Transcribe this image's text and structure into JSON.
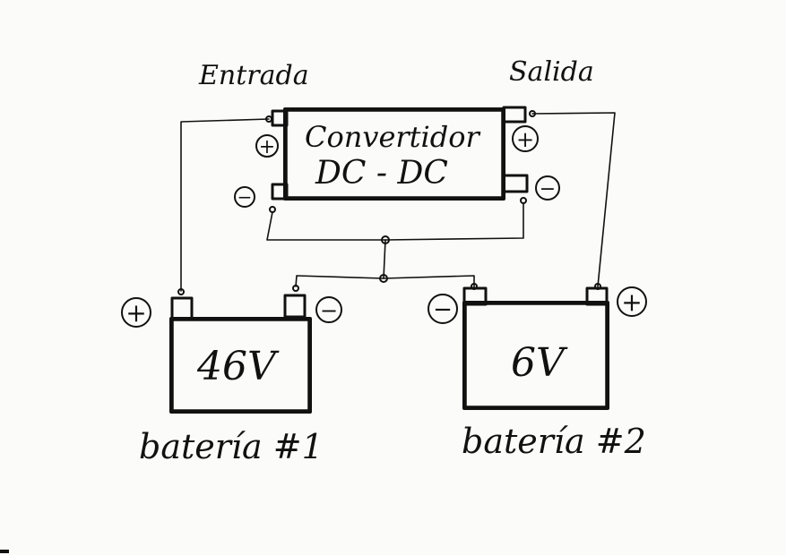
{
  "labels": {
    "input": "Entrada",
    "output": "Salida"
  },
  "converter": {
    "line1": "Convertidor",
    "line2": "DC - DC",
    "in_plus": "+",
    "in_minus": "−",
    "out_plus": "+",
    "out_minus": "−"
  },
  "battery1": {
    "voltage": "46V",
    "name": "batería #1",
    "plus": "+",
    "minus": "−"
  },
  "battery2": {
    "voltage": "6V",
    "name": "batería #2",
    "plus": "+",
    "minus": "−"
  },
  "colors": {
    "ink": "#111111",
    "paper": "#fbfbf9"
  }
}
